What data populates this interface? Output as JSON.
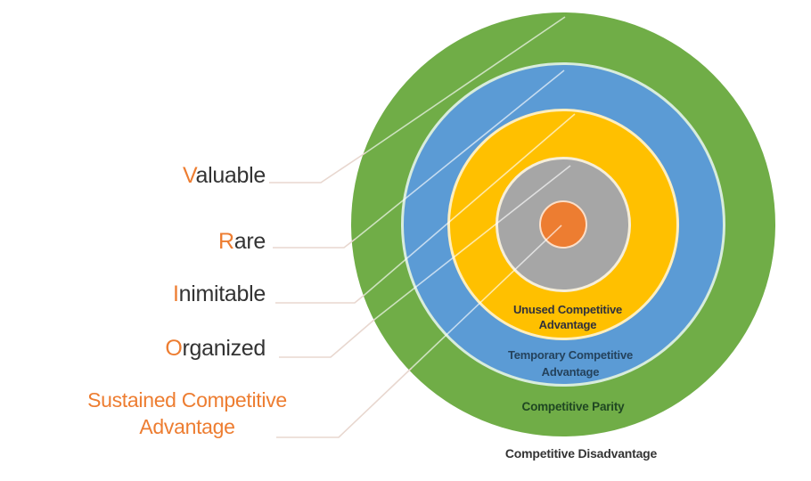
{
  "diagram": {
    "vrio": [
      {
        "initial": "V",
        "rest": "aluable",
        "label": "Valuable"
      },
      {
        "initial": "R",
        "rest": "are",
        "label": "Rare"
      },
      {
        "initial": "I",
        "rest": "nimitable",
        "label": "Inimitable"
      },
      {
        "initial": "O",
        "rest": "rganized",
        "label": "Organized"
      }
    ],
    "sustained": {
      "line1": "Sustained Competitive",
      "line2": "Advantage"
    },
    "rings": {
      "unused": {
        "line1": "Unused Competitive",
        "line2": "Advantage"
      },
      "temporary": {
        "line1": "Temporary Competitive",
        "line2": "Advantage"
      },
      "parity": "Competitive Parity",
      "disadvantage": "Competitive Disadvantage"
    },
    "colors": {
      "green": "#70AD47",
      "blue": "#5B9BD5",
      "gold": "#FFC000",
      "gray": "#A6A6A6",
      "orange": "#ED7D31",
      "leader_line": "#e8d7cf",
      "accent_text": "#ED7D31"
    }
  }
}
